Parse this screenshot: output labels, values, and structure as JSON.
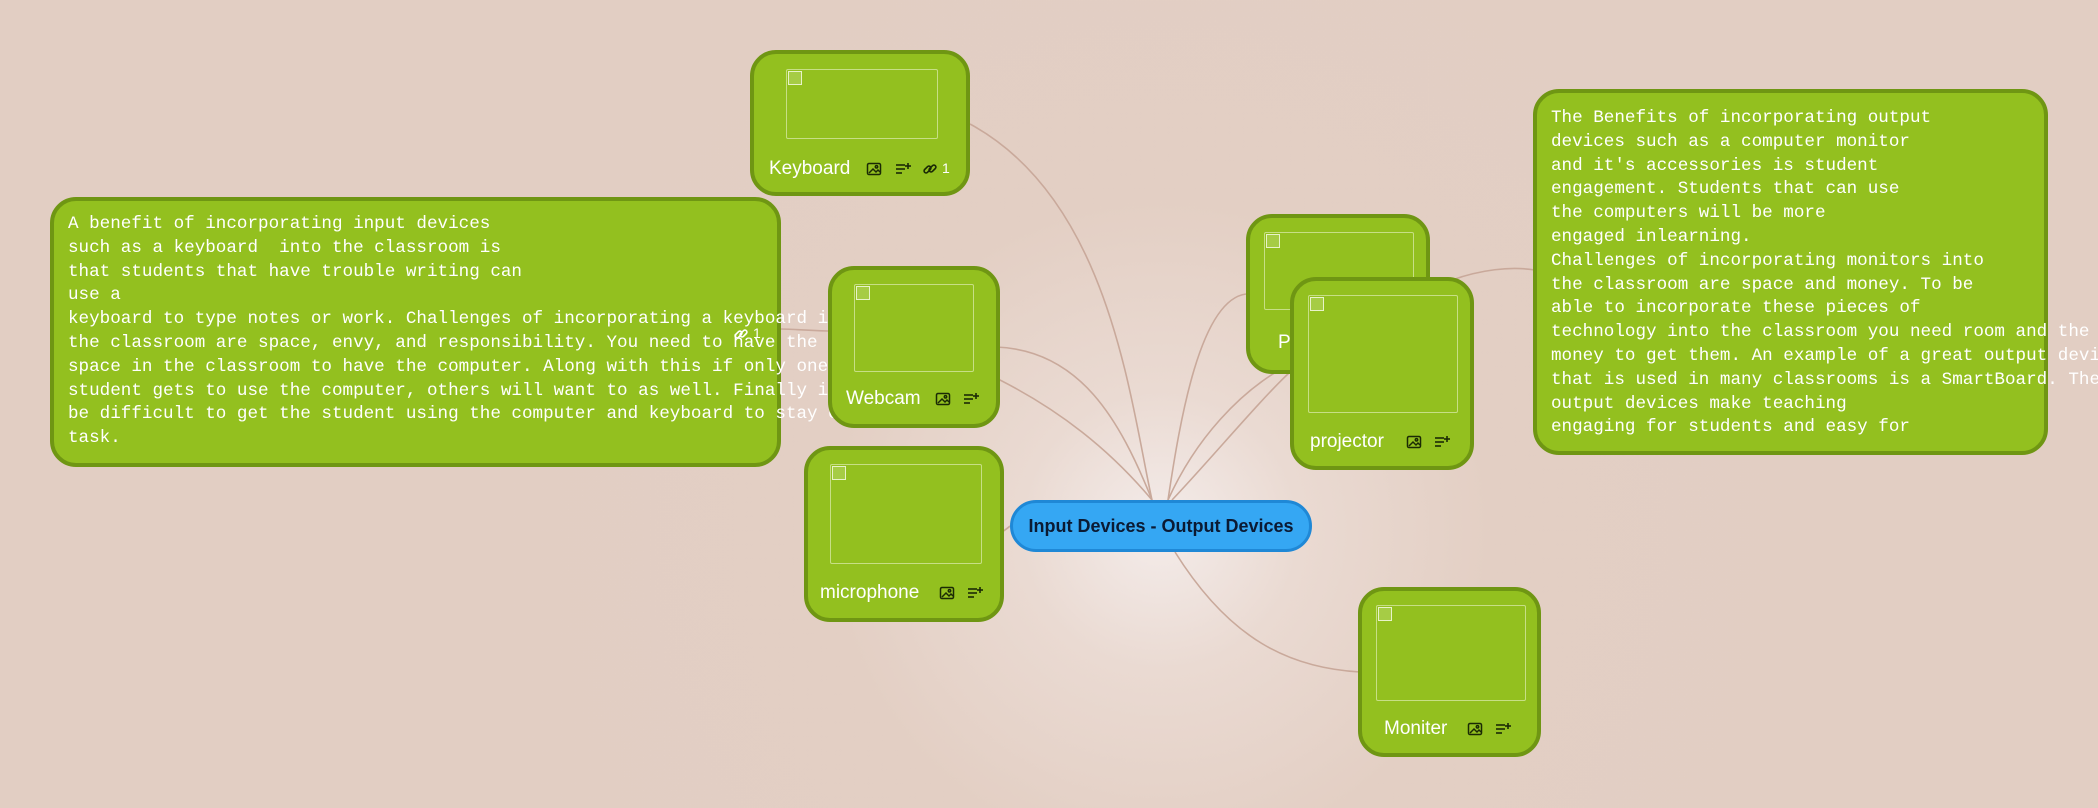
{
  "map": {
    "root": {
      "title": "Input Devices - Output Devices"
    },
    "topics": {
      "keyboard": {
        "label": "Keyboard",
        "link_count": "1"
      },
      "webcam": {
        "label": "Webcam"
      },
      "microphone": {
        "label": "microphone"
      },
      "printer": {
        "label_fragment": "P"
      },
      "projector": {
        "label": "projector"
      },
      "moniter": {
        "label": "Moniter"
      }
    },
    "notes": {
      "input_note": {
        "text": "A benefit of incorporating input devices\nsuch as a keyboard  into the classroom is\nthat students that have trouble writing can\nuse a\nkeyboard to type notes or work. Challenges of incorporating a keyboard into\nthe classroom are space, envy, and responsibility. You need to have the\nspace in the classroom to have the computer. Along with this if only one\nstudent gets to use the computer, others will want to as well. Finally it would\nbe difficult to get the student using the computer and keyboard to stay on\ntask.",
        "link_count": "1"
      },
      "output_note": {
        "text": "The Benefits of incorporating output\ndevices such as a computer monitor\nand it's accessories is student\nengagement. Students that can use\nthe computers will be more\nengaged inlearning.\nChallenges of incorporating monitors into\nthe classroom are space and money. To be\nable to incorporate these pieces of\ntechnology into the classroom you need room and the\nmoney to get them. An example of a great output device\nthat is used in many classrooms is a SmartBoard. These\noutput devices make teaching\nengaging for students and easy for"
      }
    },
    "icons": {
      "image": "image-icon",
      "notes": "notes-icon",
      "link": "link-icon"
    },
    "colors": {
      "topic_fill": "#93c01f",
      "topic_border": "#6f9613",
      "root_fill": "#35a7f3",
      "root_border": "#1f88d6",
      "connector": "#c9a99b",
      "background": "#e2cec3"
    }
  }
}
